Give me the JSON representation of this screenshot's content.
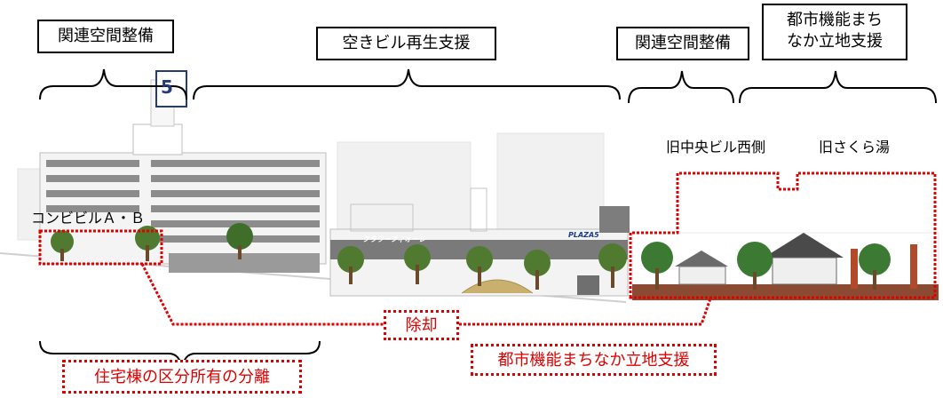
{
  "top_labels": {
    "related_space_left": "関連空間整備",
    "vacant_building": "空きビル再生支援",
    "related_space_right": "関連空間整備",
    "urban_function": "都市機能まち\nなか立地支援"
  },
  "building_labels": {
    "conbi_building": "コンビビルＡ・Ｂ",
    "old_chuo_west": "旧中央ビル西側",
    "old_sakura_yu": "旧さくら湯"
  },
  "bottom_labels": {
    "demolition": "除却",
    "urban_function_support": "都市機能まちなか立地支援",
    "residential_separation": "住宅棟の区分所有の分離"
  },
  "signs": {
    "plaza_tower": "5",
    "plaza_sign": "PLAZA5",
    "fiore_sign": "フラワーフィオーレ"
  },
  "colors": {
    "highlight_red": "#e00000",
    "line_black": "#000000"
  }
}
